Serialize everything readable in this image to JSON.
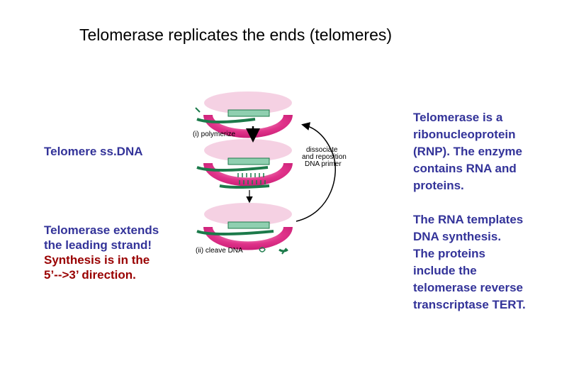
{
  "title": "Telomerase replicates the ends (telomeres)",
  "left": {
    "telomere_label": "Telomere ss.DNA",
    "extends_line1": "Telomerase extends",
    "extends_line2": "the leading strand!",
    "synthesis_line1": "Synthesis is in the",
    "synthesis_line2": "5’-->3’ direction."
  },
  "right": {
    "rnp_lines": [
      "Telomerase is a",
      "ribonucleoprotein",
      "(RNP).  The enzyme",
      "contains RNA and",
      "proteins."
    ],
    "rna_lines": [
      "The RNA templates",
      "DNA synthesis.",
      "The proteins",
      "include the",
      "telomerase reverse",
      "transcriptase TERT."
    ]
  },
  "figure": {
    "step1": "(i) polymerize",
    "step2": "(ii) cleave DNA",
    "dissociate_lines": [
      "dissociate",
      "and reposition",
      "DNA  primer"
    ],
    "colors": {
      "enzyme": "#e0338a",
      "enzyme_light": "#f6b8d4",
      "dna": "#1c7a4a",
      "template": "#8fcfb0"
    }
  }
}
